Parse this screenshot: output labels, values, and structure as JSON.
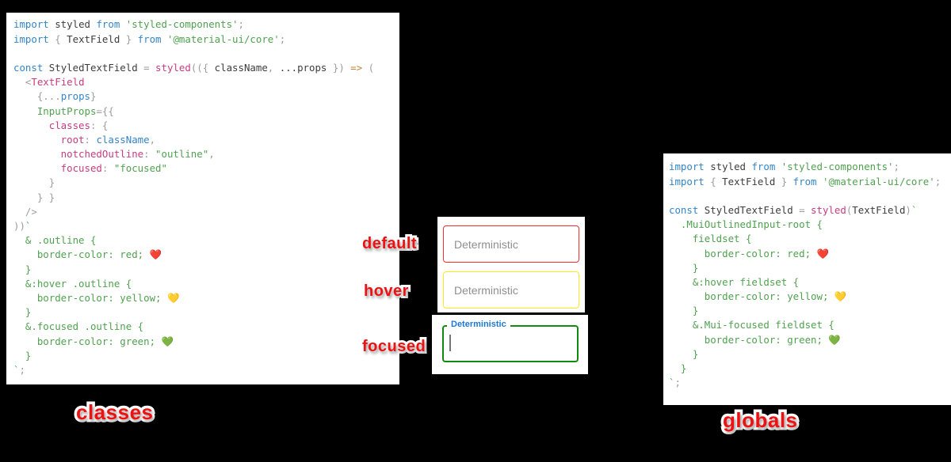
{
  "colors": {
    "page_background": "#000000",
    "code_background": "#ffffff",
    "token_keyword_blue": "#3584c6",
    "token_identifier": "#3d3d3d",
    "token_string_green": "#50a14f",
    "token_key_pink": "#c63c80",
    "token_punctuation_gray": "#9d9d9d",
    "token_arrow_orange": "#c58439",
    "field_default_border": "#fb2b2b",
    "field_hover_border": "#ffe91a",
    "field_focused_border": "#128a12",
    "focused_floating_label_blue": "#1c78d4",
    "annotation_red": "#ee1111",
    "annotation_outline": "#ffffff",
    "placeholder_gray": "#8f8f8f"
  },
  "annotations": {
    "default_label": "default",
    "hover_label": "hover",
    "focused_label": "focused",
    "left_caption": "classes",
    "right_caption": "globals"
  },
  "fields": {
    "default": {
      "placeholder": "Deterministic"
    },
    "hover": {
      "placeholder": "Deterministic"
    },
    "focused": {
      "floating_label": "Deterministic",
      "value": ""
    }
  },
  "icons": {
    "red_heart": "❤️",
    "yellow_heart": "💛",
    "green_heart": "💚"
  },
  "code_left": {
    "lines": [
      [
        [
          "kw",
          "import"
        ],
        [
          "id",
          " styled"
        ],
        [
          "kw",
          " from"
        ],
        [
          "str",
          " 'styled-components'"
        ],
        [
          "pun",
          ";"
        ]
      ],
      [
        [
          "kw",
          "import"
        ],
        [
          "pun",
          " {"
        ],
        [
          "id",
          " TextField"
        ],
        [
          "pun",
          " }"
        ],
        [
          "kw",
          " from"
        ],
        [
          "str",
          " '@material-ui/core'"
        ],
        [
          "pun",
          ";"
        ]
      ],
      [],
      [
        [
          "kw",
          "const"
        ],
        [
          "id",
          " StyledTextField"
        ],
        [
          "pun",
          " ="
        ],
        [
          "fn",
          " styled"
        ],
        [
          "pun",
          "(({ "
        ],
        [
          "id",
          "className"
        ],
        [
          "pun",
          ", "
        ],
        [
          "id",
          "...props"
        ],
        [
          "pun",
          " })"
        ],
        [
          "op",
          " =>"
        ],
        [
          "pun",
          " ("
        ]
      ],
      [
        [
          "pun",
          "  <"
        ],
        [
          "fn",
          "TextField"
        ]
      ],
      [
        [
          "pun",
          "    {..."
        ],
        [
          "kw",
          "props"
        ],
        [
          "pun",
          "}"
        ]
      ],
      [
        [
          "css",
          "    InputProps"
        ],
        [
          "pun",
          "={{"
        ]
      ],
      [
        [
          "fn",
          "      classes"
        ],
        [
          "pun",
          ": {"
        ]
      ],
      [
        [
          "fn",
          "        root"
        ],
        [
          "pun",
          ": "
        ],
        [
          "kw",
          "className"
        ],
        [
          "pun",
          ","
        ]
      ],
      [
        [
          "fn",
          "        notchedOutline"
        ],
        [
          "pun",
          ": "
        ],
        [
          "str",
          "\"outline\""
        ],
        [
          "pun",
          ","
        ]
      ],
      [
        [
          "fn",
          "        focused"
        ],
        [
          "pun",
          ": "
        ],
        [
          "str",
          "\"focused\""
        ]
      ],
      [
        [
          "pun",
          "      }"
        ]
      ],
      [
        [
          "pun",
          "    } }"
        ]
      ],
      [
        [
          "pun",
          "  />"
        ]
      ],
      [
        [
          "pun",
          "))"
        ],
        [
          "str",
          "`"
        ]
      ],
      [
        [
          "css",
          "  & .outline {"
        ]
      ],
      [
        [
          "css",
          "    border-color: red; "
        ],
        [
          "emr",
          "❤️"
        ]
      ],
      [
        [
          "css",
          "  }"
        ]
      ],
      [
        [
          "css",
          "  &:hover .outline {"
        ]
      ],
      [
        [
          "css",
          "    border-color: yellow; "
        ],
        [
          "emy",
          "💛"
        ]
      ],
      [
        [
          "css",
          "  }"
        ]
      ],
      [
        [
          "css",
          "  &.focused .outline {"
        ]
      ],
      [
        [
          "css",
          "    border-color: green; "
        ],
        [
          "emg",
          "💚"
        ]
      ],
      [
        [
          "css",
          "  }"
        ]
      ],
      [
        [
          "str",
          "`"
        ],
        [
          "pun",
          ";"
        ]
      ]
    ]
  },
  "code_right": {
    "lines": [
      [
        [
          "kw",
          "import"
        ],
        [
          "id",
          " styled"
        ],
        [
          "kw",
          " from"
        ],
        [
          "str",
          " 'styled-components'"
        ],
        [
          "pun",
          ";"
        ]
      ],
      [
        [
          "kw",
          "import"
        ],
        [
          "pun",
          " {"
        ],
        [
          "id",
          " TextField"
        ],
        [
          "pun",
          " }"
        ],
        [
          "kw",
          " from"
        ],
        [
          "str",
          " '@material-ui/core'"
        ],
        [
          "pun",
          ";"
        ]
      ],
      [],
      [
        [
          "kw",
          "const"
        ],
        [
          "id",
          " StyledTextField"
        ],
        [
          "pun",
          " ="
        ],
        [
          "fn",
          " styled"
        ],
        [
          "pun",
          "("
        ],
        [
          "id",
          "TextField"
        ],
        [
          "pun",
          ")"
        ],
        [
          "str",
          "`"
        ]
      ],
      [
        [
          "css",
          "  .MuiOutlinedInput-root {"
        ]
      ],
      [
        [
          "css",
          "    fieldset {"
        ]
      ],
      [
        [
          "css",
          "      border-color: red; "
        ],
        [
          "emr",
          "❤️"
        ]
      ],
      [
        [
          "css",
          "    }"
        ]
      ],
      [
        [
          "css",
          "    &:hover fieldset {"
        ]
      ],
      [
        [
          "css",
          "      border-color: yellow; "
        ],
        [
          "emy",
          "💛"
        ]
      ],
      [
        [
          "css",
          "    }"
        ]
      ],
      [
        [
          "css",
          "    &.Mui-focused fieldset {"
        ]
      ],
      [
        [
          "css",
          "      border-color: green; "
        ],
        [
          "emg",
          "💚"
        ]
      ],
      [
        [
          "css",
          "    }"
        ]
      ],
      [
        [
          "css",
          "  }"
        ]
      ],
      [
        [
          "str",
          "`"
        ],
        [
          "pun",
          ";"
        ]
      ]
    ]
  }
}
